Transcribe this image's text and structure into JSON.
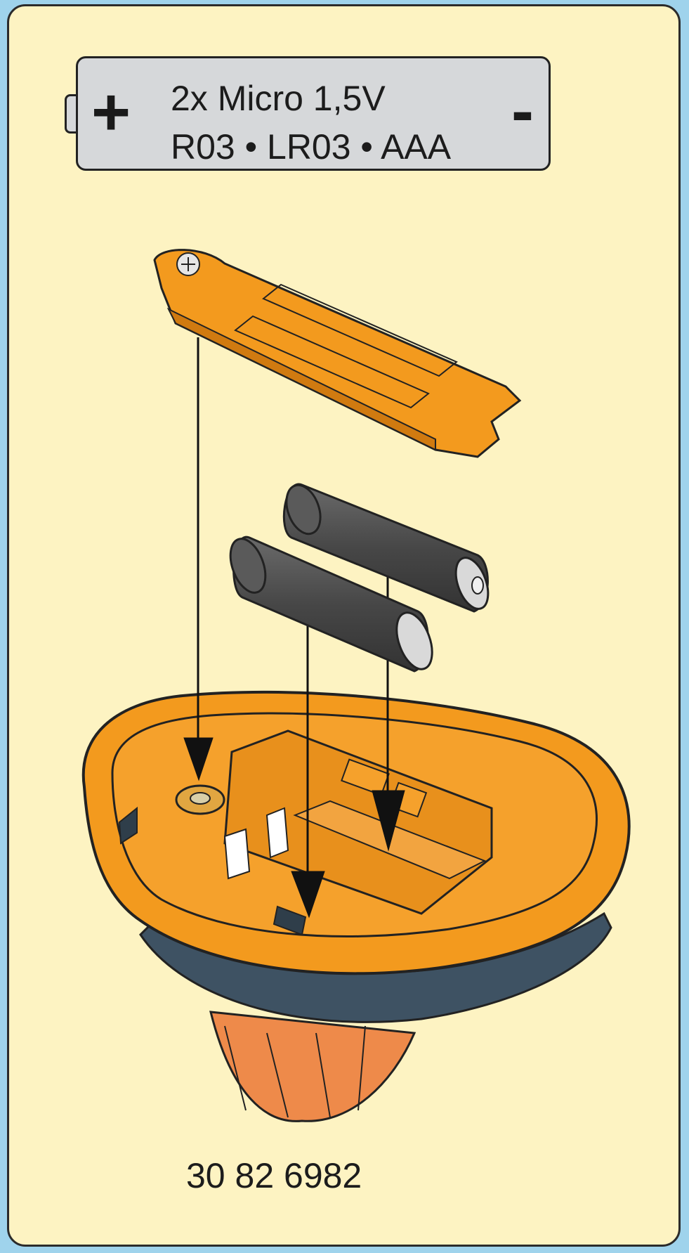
{
  "battery_spec": {
    "plus_symbol": "+",
    "minus_symbol": "-",
    "line1": "2x Micro 1,5V",
    "line2": "R03 • LR03 • AAA"
  },
  "article_number": "30 82 6982",
  "colors": {
    "background": "#9fd3ec",
    "panel": "#fdf3c2",
    "orange": "#f39a1e",
    "battery": "#4b4b4b",
    "label_gray": "#d6d8da"
  }
}
